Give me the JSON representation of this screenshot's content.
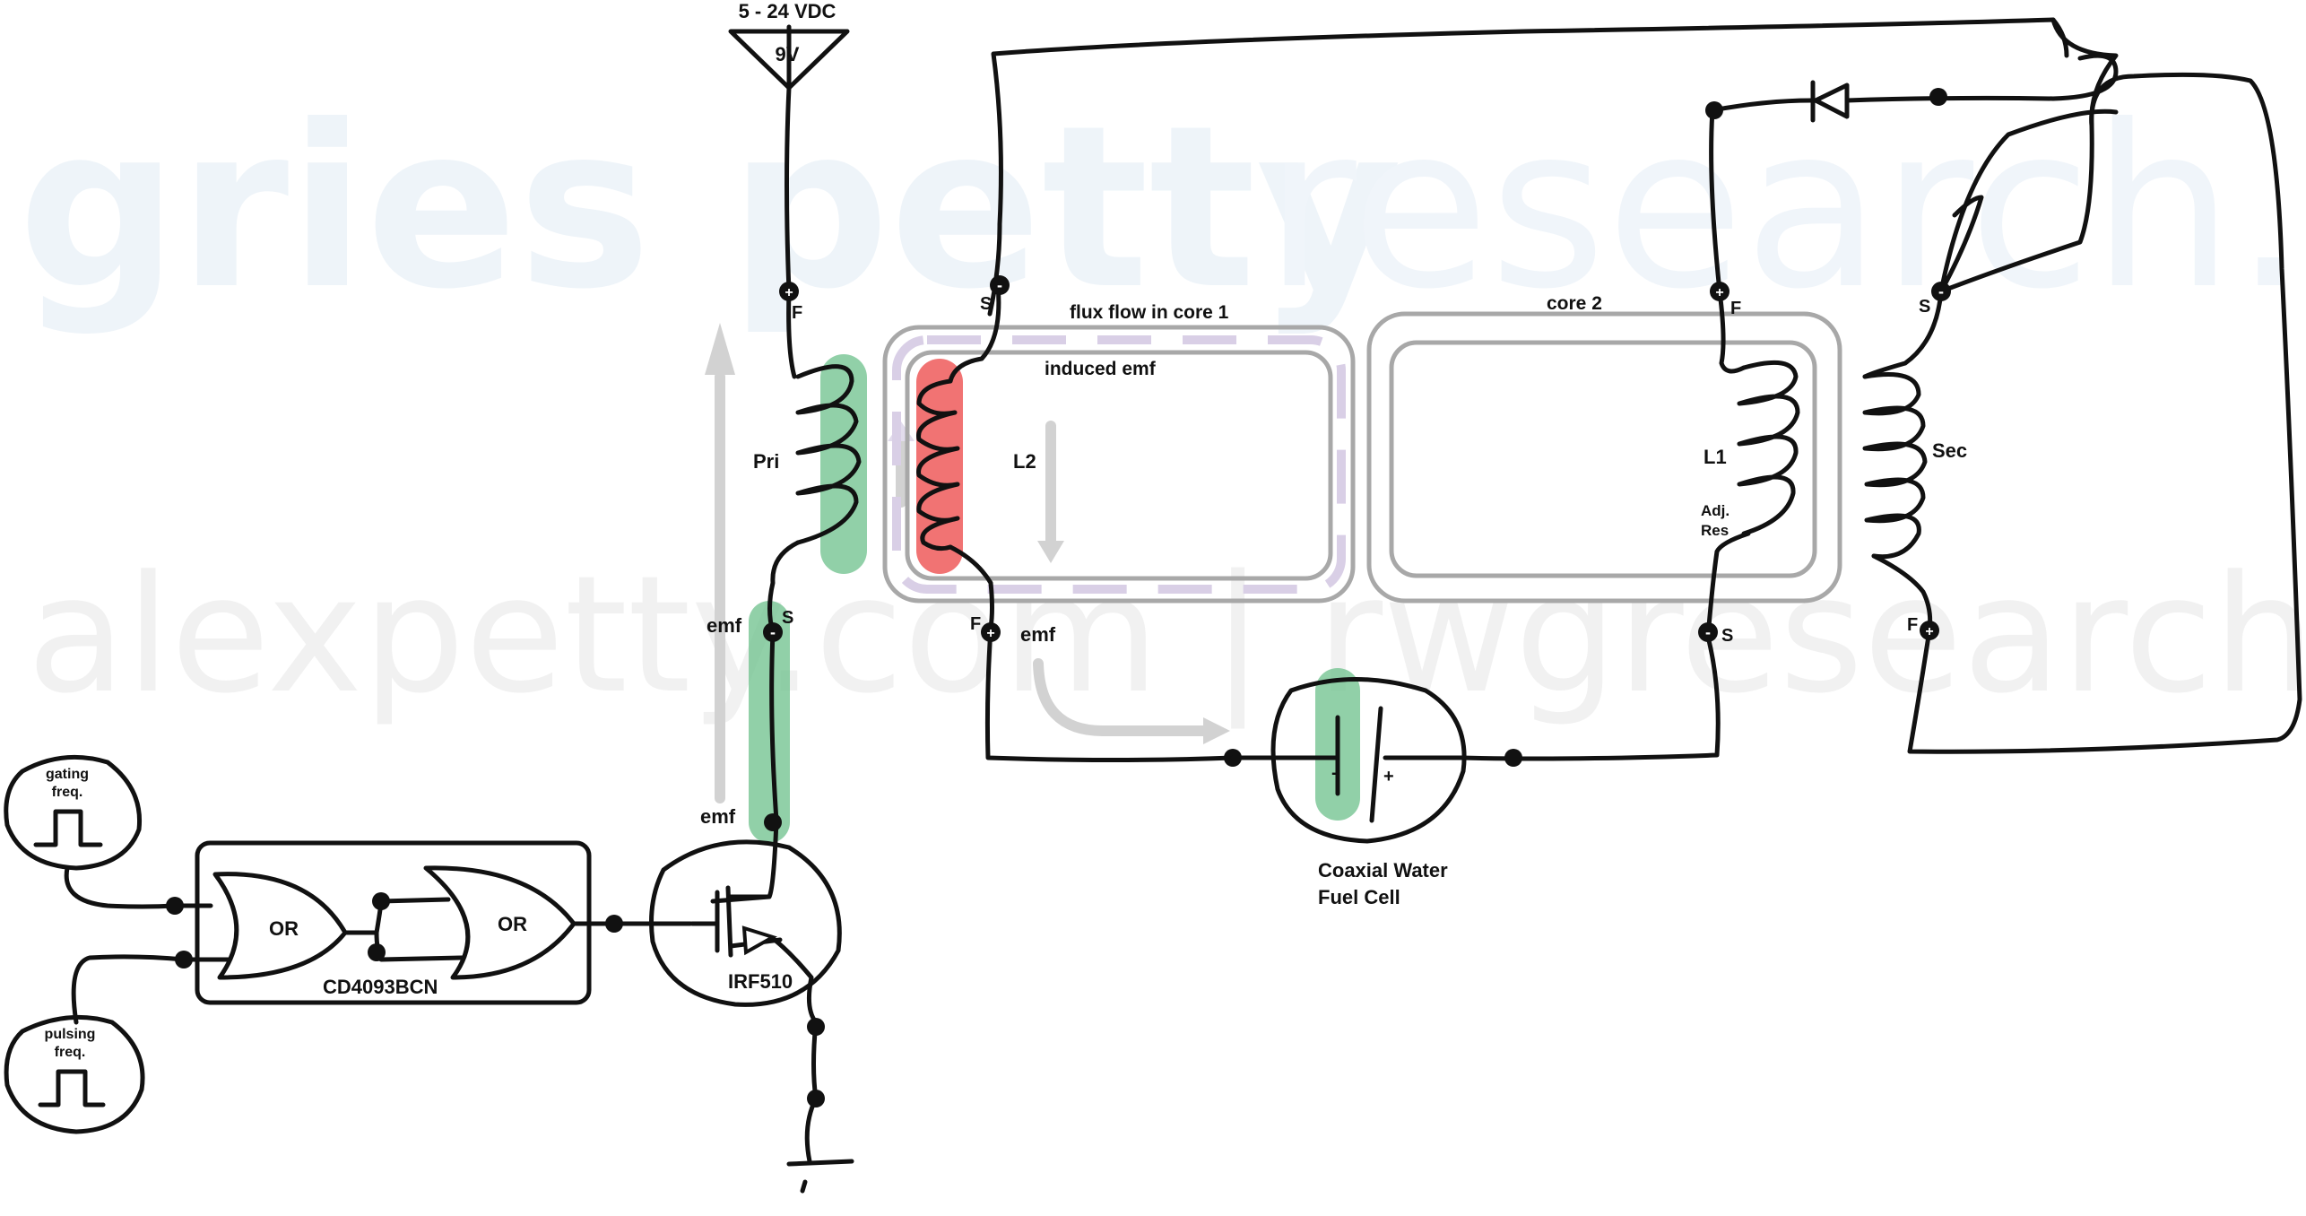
{
  "watermark": {
    "line1_part1": "gries petty",
    "line1_part2": "research.::",
    "line2": "alexpetty.com | rwgresearch.com"
  },
  "supply": {
    "range_label": "5 - 24 VDC",
    "voltage_label": "9V"
  },
  "coils": {
    "primary": "Pri",
    "l2": "L2",
    "l1": "L1",
    "adj_line1": "Adj.",
    "adj_line2": "Res",
    "secondary": "Sec"
  },
  "terminals": {
    "f": "F",
    "s": "S",
    "plus": "+",
    "minus": "-"
  },
  "cores": {
    "core1_label": "flux flow in core 1",
    "core2_label": "core 2",
    "induced_emf": "induced emf"
  },
  "emf_labels": {
    "emf_upper": "emf",
    "emf_lower": "emf",
    "emf_right": "emf"
  },
  "logic": {
    "gate1": "OR",
    "gate2": "OR",
    "chip": "CD4093BCN",
    "mosfet": "IRF510"
  },
  "signals": {
    "gating_line1": "gating",
    "gating_line2": "freq.",
    "pulsing_line1": "pulsing",
    "pulsing_line2": "freq."
  },
  "fuel_cell": {
    "line1": "Coaxial Water",
    "line2": "Fuel Cell",
    "minus": "-",
    "plus": "+"
  },
  "colors": {
    "wire": "#111111",
    "core": "#a8a8a8",
    "green_highlight": "#6cc08b",
    "red_highlight": "#ee5a5a",
    "grey_arrow": "#d2d2d2",
    "flux_dash": "#d9cfe6",
    "watermark_blue": "#eef4f9",
    "watermark_grey": "#f1f1f1"
  }
}
